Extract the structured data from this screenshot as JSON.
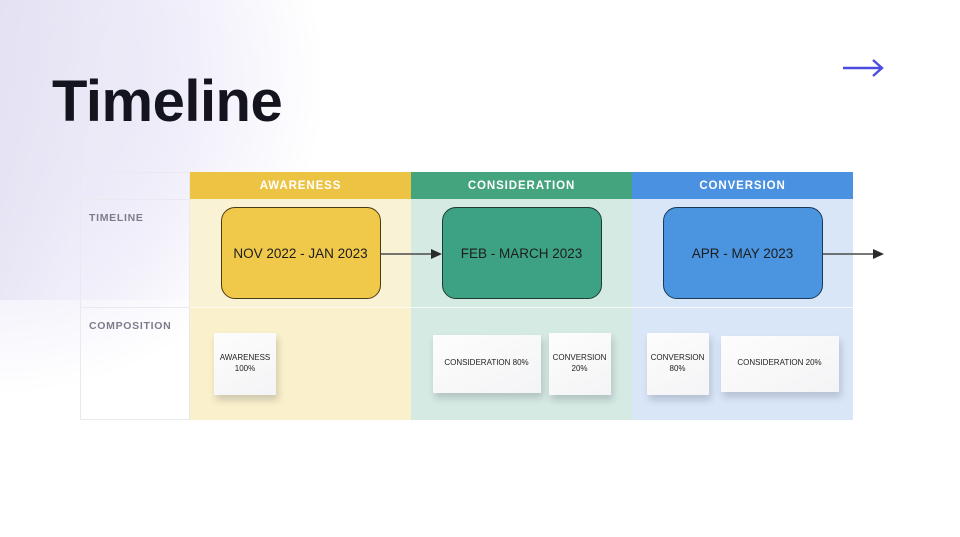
{
  "page": {
    "title": "Timeline",
    "accent_arrow_color": "#4c4ce0",
    "background": "#ffffff"
  },
  "nav": {
    "next_arrow_icon": "arrow-right-icon"
  },
  "table": {
    "row_labels": [
      "TIMELINE",
      "COMPOSITION"
    ],
    "columns": [
      {
        "header": "AWARENESS",
        "header_color": "#edc343",
        "body_color": "#faf2d4",
        "stage": {
          "label": "NOV 2022 - JAN 2023",
          "fill": "#f0c94a"
        },
        "notes": [
          {
            "text": "AWARENESS\n100%",
            "line1": "AWARENESS",
            "line2": "100%",
            "shape": "square"
          }
        ]
      },
      {
        "header": "CONSIDERATION",
        "header_color": "#44a47e",
        "body_color": "#d5eae3",
        "stage": {
          "label": "FEB - MARCH 2023",
          "fill": "#3da284"
        },
        "notes": [
          {
            "line1": "CONSIDERATION 80%",
            "line2": "",
            "shape": "wide"
          },
          {
            "line1": "CONVERSION",
            "line2": "20%",
            "shape": "square"
          }
        ]
      },
      {
        "header": "CONVERSION",
        "header_color": "#4a91e2",
        "body_color": "#d9e6f8",
        "stage": {
          "label": "APR - MAY 2023",
          "fill": "#4a94e0"
        },
        "notes": [
          {
            "line1": "CONVERSION",
            "line2": "80%",
            "shape": "square"
          },
          {
            "line1": "CONSIDERATION 20%",
            "line2": "",
            "shape": "wide2"
          }
        ]
      }
    ],
    "connectors": [
      {
        "from": "AWARENESS",
        "to": "CONSIDERATION",
        "icon": "arrow-right-icon"
      },
      {
        "from": "CONSIDERATION",
        "to": "CONVERSION",
        "icon": "arrow-right-icon"
      }
    ]
  }
}
